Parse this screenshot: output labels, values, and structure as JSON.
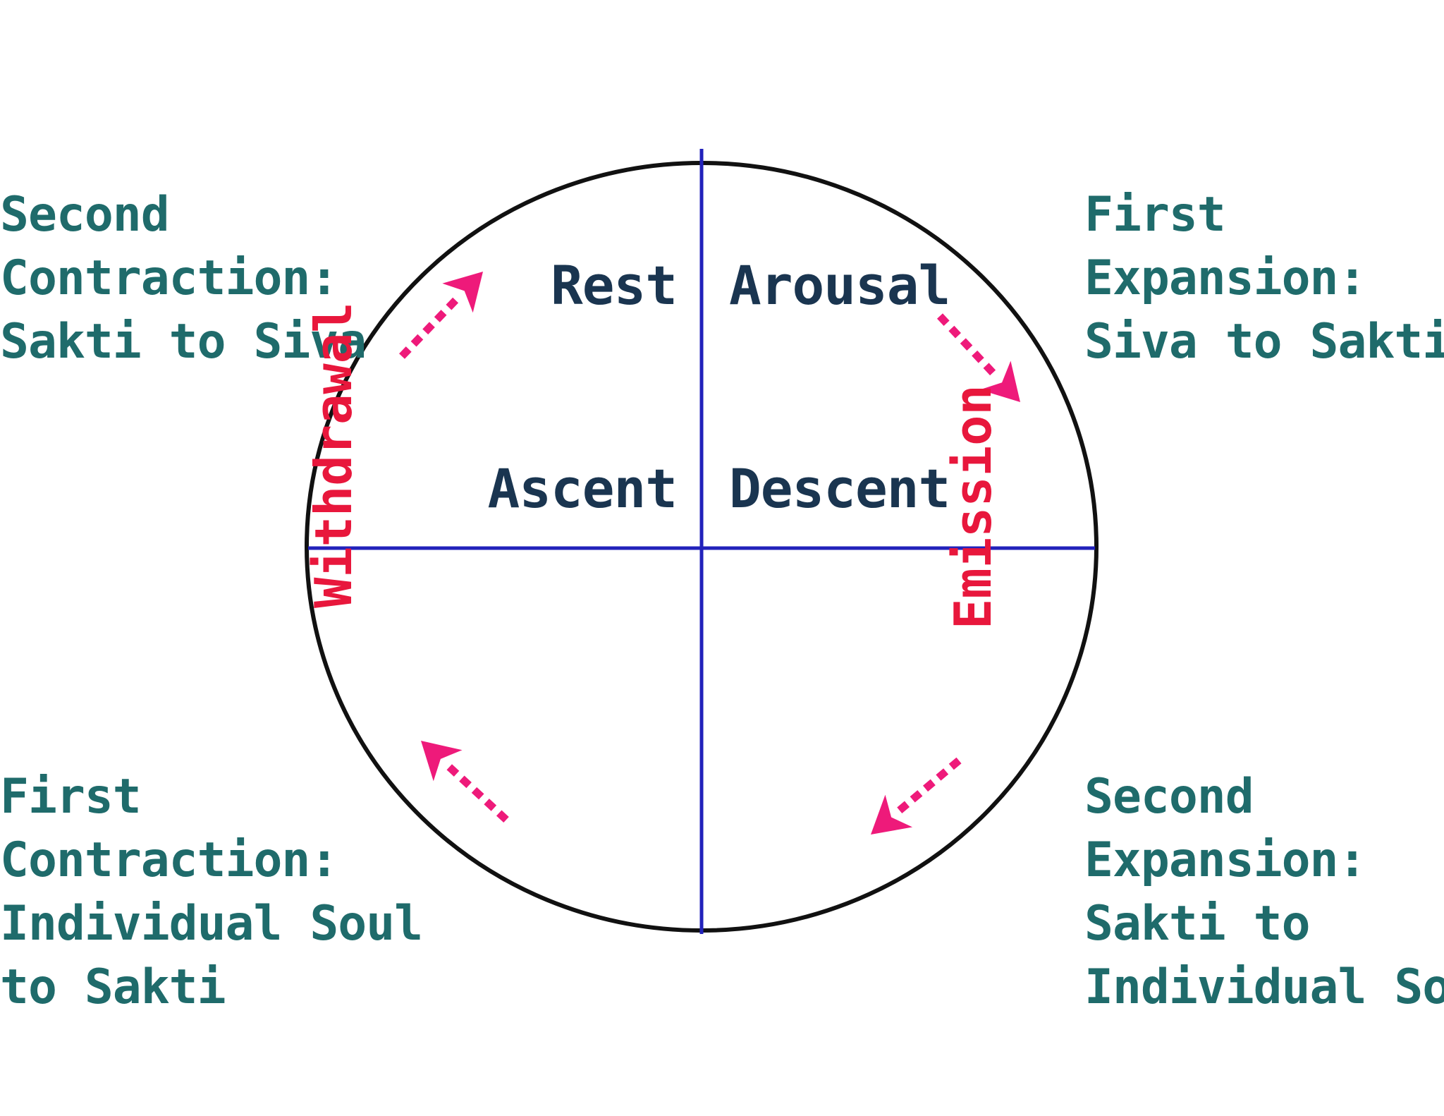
{
  "colors": {
    "corner_text": "#1f6b6b",
    "quadrant_text": "#1a3550",
    "flow_text": "#e8173c",
    "arrow": "#ee1a7a",
    "circle": "#111111",
    "axis": "#2222bb"
  },
  "corners": {
    "top_left": [
      "Second",
      "Contraction:",
      "Sakti to Siva"
    ],
    "top_right": [
      "First",
      "Expansion:",
      "Siva to Sakti"
    ],
    "bottom_left": [
      "First",
      "Contraction:",
      "Individual Soul",
      "to Sakti"
    ],
    "bottom_right": [
      "Second",
      "Expansion:",
      "Sakti to",
      "Individual Soul"
    ]
  },
  "quadrants": {
    "rest": "Rest",
    "arousal": "Arousal",
    "ascent": "Ascent",
    "descent": "Descent"
  },
  "flow": {
    "withdrawal": "Withdrawal",
    "emission": "Emission"
  },
  "arrows": [
    {
      "name": "arrow-top-left",
      "icon": "dotted-arrow-up-right"
    },
    {
      "name": "arrow-top-right",
      "icon": "dotted-arrow-down-right"
    },
    {
      "name": "arrow-bottom-right",
      "icon": "dotted-arrow-down-left"
    },
    {
      "name": "arrow-bottom-left",
      "icon": "dotted-arrow-up-left"
    }
  ]
}
